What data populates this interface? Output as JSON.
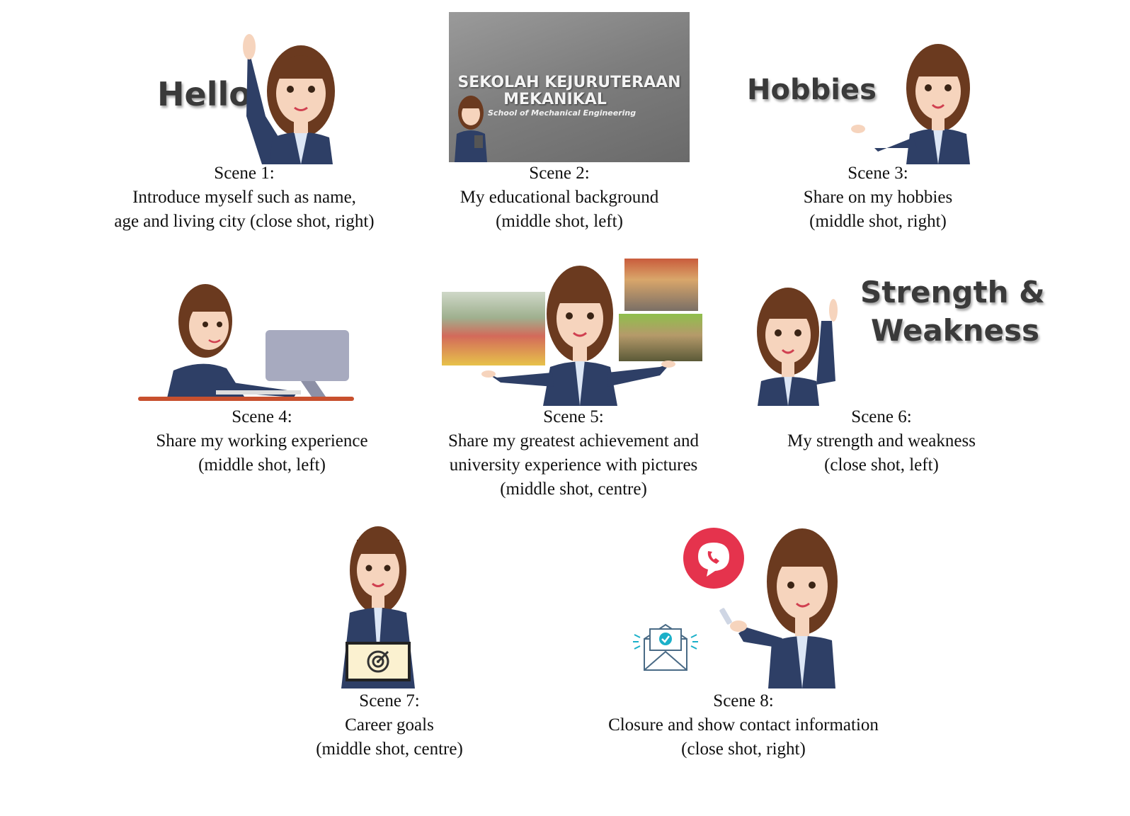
{
  "scenes": [
    {
      "title": "Scene 1:",
      "lines": [
        "Introduce myself such as name,",
        "age and living city (close shot, right)"
      ],
      "overlay": "Hello"
    },
    {
      "title": "Scene 2:",
      "lines": [
        "My educational background",
        "(middle shot, left)"
      ],
      "sign_line1": "SEKOLAH KEJURUTERAAN",
      "sign_line2": "MEKANIKAL",
      "sign_line3": "School of Mechanical Engineering"
    },
    {
      "title": "Scene 3:",
      "lines": [
        "Share on my hobbies",
        "(middle shot, right)"
      ],
      "overlay": "Hobbies"
    },
    {
      "title": "Scene 4:",
      "lines": [
        "Share my working experience",
        "(middle shot, left)"
      ]
    },
    {
      "title": "Scene 5:",
      "lines": [
        "Share my greatest achievement and",
        "university experience with pictures",
        "(middle shot, centre)"
      ]
    },
    {
      "title": "Scene 6:",
      "lines": [
        "My strength and weakness",
        "(close shot, left)"
      ],
      "overlay_line1": "Strength &",
      "overlay_line2": "Weakness"
    },
    {
      "title": "Scene 7:",
      "lines": [
        "Career goals",
        "(middle shot, centre)"
      ]
    },
    {
      "title": "Scene 8:",
      "lines": [
        "Closure and show contact information",
        "(close shot, right)"
      ]
    }
  ],
  "colors": {
    "suit": "#2e3f66",
    "hair": "#6b3a1f",
    "skin": "#f6d4bd",
    "shirt": "#dce6f5",
    "desk": "#c8502e",
    "badge": "#e5334d"
  }
}
